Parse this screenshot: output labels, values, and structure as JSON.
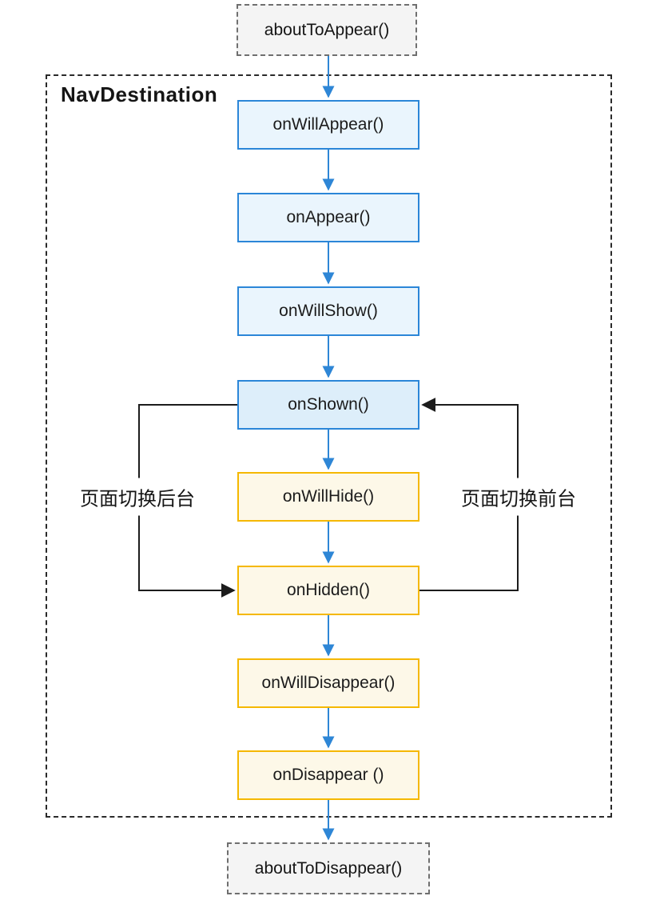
{
  "diagram": {
    "container_title": "NavDestination",
    "outer_top_label": "aboutToAppear()",
    "outer_bottom_label": "aboutToDisappear()",
    "lifecycle_boxes": [
      {
        "label": "onWillAppear()",
        "variant": "blue"
      },
      {
        "label": "onAppear()",
        "variant": "blue"
      },
      {
        "label": "onWillShow()",
        "variant": "blue"
      },
      {
        "label": "onShown()",
        "variant": "blue-strong"
      },
      {
        "label": "onWillHide()",
        "variant": "yellow"
      },
      {
        "label": "onHidden()",
        "variant": "yellow"
      },
      {
        "label": "onWillDisappear()",
        "variant": "yellow"
      },
      {
        "label": "onDisappear ()",
        "variant": "yellow"
      }
    ],
    "loop_labels": {
      "left": "页面切换后台",
      "right": "页面切换前台"
    },
    "edges": [
      {
        "from": "aboutToAppear()",
        "to": "onWillAppear()",
        "color": "blue"
      },
      {
        "from": "onWillAppear()",
        "to": "onAppear()",
        "color": "blue"
      },
      {
        "from": "onAppear()",
        "to": "onWillShow()",
        "color": "blue"
      },
      {
        "from": "onWillShow()",
        "to": "onShown()",
        "color": "blue"
      },
      {
        "from": "onShown()",
        "to": "onWillHide()",
        "color": "blue"
      },
      {
        "from": "onWillHide()",
        "to": "onHidden()",
        "color": "blue"
      },
      {
        "from": "onHidden()",
        "to": "onWillDisappear()",
        "color": "blue"
      },
      {
        "from": "onWillDisappear()",
        "to": "onDisappear ()",
        "color": "blue"
      },
      {
        "from": "onDisappear ()",
        "to": "aboutToDisappear()",
        "color": "blue"
      },
      {
        "from": "onShown()",
        "to": "onHidden()",
        "color": "black",
        "label": "页面切换后台"
      },
      {
        "from": "onHidden()",
        "to": "onShown()",
        "color": "black",
        "label": "页面切换前台"
      }
    ],
    "colors": {
      "blue_border": "#2b86d8",
      "blue_fill": "#eaf5fd",
      "blue_fill_strong": "#ddeefa",
      "yellow_border": "#f5b800",
      "yellow_fill": "#fdf8e8",
      "gray_box_fill": "#f4f4f4",
      "gray_box_border": "#6f6f6f",
      "arrow_blue": "#2e86d6",
      "arrow_black": "#1c1c1c",
      "background": "#ffffff"
    }
  }
}
